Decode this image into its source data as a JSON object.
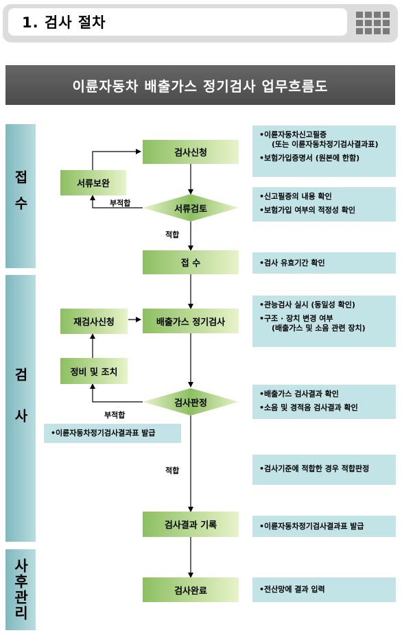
{
  "header": {
    "title": "1.  검사  절차"
  },
  "banner": {
    "title": "이륜자동차 배출가스 정기검사 업무흐름도"
  },
  "phases": {
    "reception": "접수",
    "inspection": "검사",
    "aftercare": "사후관리"
  },
  "flow": {
    "apply": "검사신청",
    "doc_supplement": "서류보완",
    "doc_review": "서류검토",
    "reception": "접   수",
    "reapply": "재검사신청",
    "emission_inspection": "배출가스 정기검사",
    "repair": "정비 및 조치",
    "judgement": "검사판정",
    "record": "검사결과 기록",
    "complete": "검사완료"
  },
  "labels": {
    "fail_1": "부적합",
    "pass_1": "적합",
    "fail_2": "부적합",
    "pass_2": "적합"
  },
  "notes": {
    "apply": [
      "이륜자동차신고필증",
      "(또는 이륜자동차정기검사결과표)",
      "보험가입증명서 (원본에 한함)"
    ],
    "doc_review": [
      "신고필증의 내용 확인",
      "보험가입 여부의 적정성 확인"
    ],
    "reception": [
      "검사 유효기간 확인"
    ],
    "emission_inspection": [
      "관능검사 실시 (동일성 확인)",
      "구조 · 장치 변경 여부",
      "(배출가스 및 소음 관련 장치)"
    ],
    "judgement": [
      "배출가스 검사결과 확인",
      "소음 및 경적음 검사결과 확인"
    ],
    "fail_issue": [
      "이륜자동차정기검사결과표 발급"
    ],
    "pass_criteria": [
      "검사기준에 적합한 경우 적합판정"
    ],
    "record": [
      "이륜자동차정기검사결과표 발급"
    ],
    "complete": [
      "전산망에 결과 입력"
    ]
  },
  "colors": {
    "box_dark": "#8dbf62",
    "box_light": "#e7f3c9",
    "info_bg": "#c2e4e7",
    "phase_dark": "#7fb8be",
    "banner": "#555555"
  }
}
